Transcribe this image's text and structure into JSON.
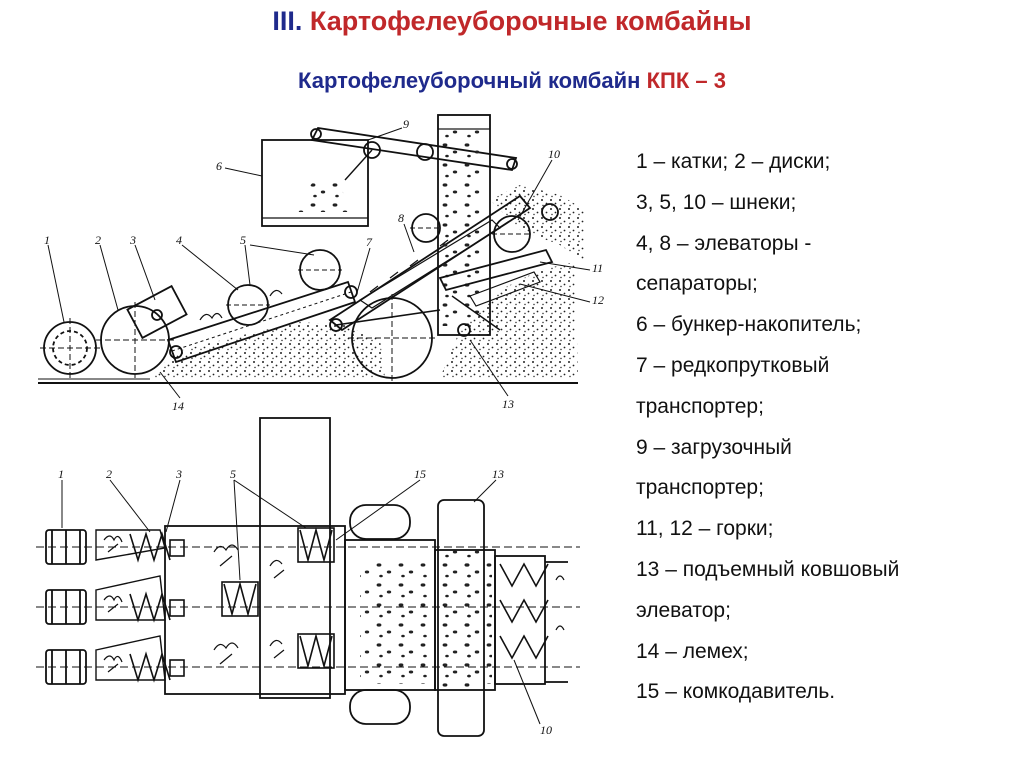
{
  "title": {
    "roman": "III.",
    "text": "Картофелеуборочные комбайны"
  },
  "subtitle": {
    "text": "Картофелеуборочный комбайн",
    "model": "КПК – 3"
  },
  "legend": [
    "1 – катки; 2 – диски;",
    "3, 5, 10 – шнеки;",
    "4, 8 – элеваторы -",
    "сепараторы;",
    "6 – бункер-накопитель;",
    "7 – редкопрутковый",
    "транспортер;",
    "9 – загрузочный",
    "транспортер;",
    "11, 12 – горки;",
    "13 – подъемный ковшовый",
    "элеватор;",
    "14 – лемех;",
    "15 – комкодавитель."
  ],
  "side_view_labels": [
    "1",
    "2",
    "3",
    "4",
    "5",
    "6",
    "7",
    "8",
    "9",
    "10",
    "11",
    "12",
    "13",
    "14"
  ],
  "top_view_labels": [
    "1",
    "2",
    "3",
    "5",
    "15",
    "13",
    "10"
  ],
  "colors": {
    "title_navy": "#1f2a8c",
    "accent_red": "#c0282a",
    "ink": "#111111"
  }
}
